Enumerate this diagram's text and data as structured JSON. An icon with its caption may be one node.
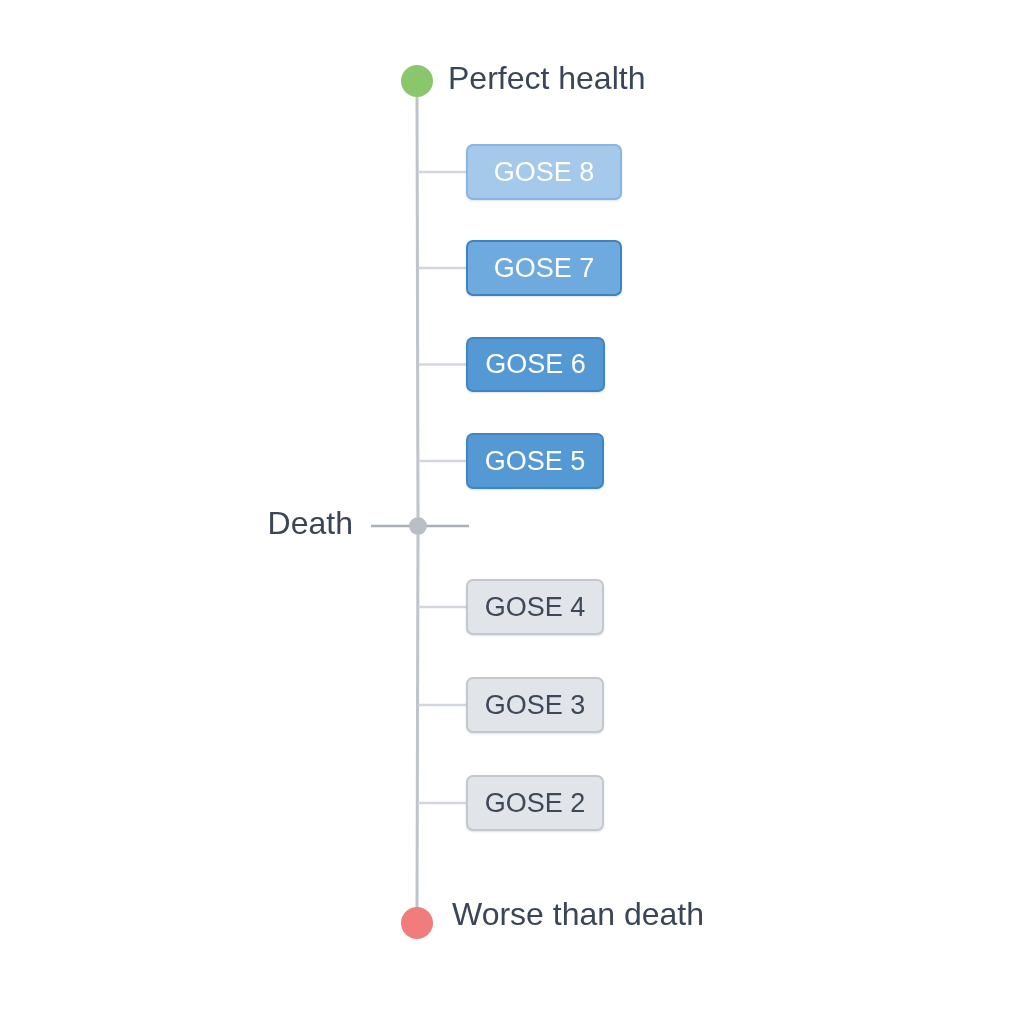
{
  "diagram": {
    "nodes": [
      {
        "text": [],
        "shape": "circle",
        "beside": [
          "Perfect health"
        ]
      },
      {
        "text": [
          "GOSE 8"
        ]
      },
      {
        "text": [
          "GOSE 7"
        ]
      },
      {
        "text": [
          "GOSE 6"
        ]
      },
      {
        "text": [
          "GOSE 5"
        ]
      },
      {
        "text": [],
        "shape": "circle",
        "beside": [
          "Death"
        ]
      },
      {
        "text": [
          "GOSE 4"
        ]
      },
      {
        "text": [
          "GOSE 3"
        ]
      },
      {
        "text": [
          "GOSE 2"
        ]
      },
      {
        "text": [],
        "shape": "circle",
        "beside": [
          "Worse than death"
        ]
      }
    ],
    "edges": [
      {
        "from": 0,
        "to": 5,
        "arrow": "none"
      },
      {
        "from": 5,
        "to": 9,
        "arrow": "none"
      },
      {
        "from": null,
        "to": 1,
        "arrow": "none"
      },
      {
        "from": null,
        "to": 2,
        "arrow": "none"
      },
      {
        "from": null,
        "to": 3,
        "arrow": "none"
      },
      {
        "from": null,
        "to": 4,
        "arrow": "none"
      },
      {
        "from": null,
        "to": 6,
        "arrow": "none"
      },
      {
        "from": null,
        "to": 7,
        "arrow": "none"
      },
      {
        "from": null,
        "to": 8,
        "arrow": "none"
      }
    ]
  }
}
